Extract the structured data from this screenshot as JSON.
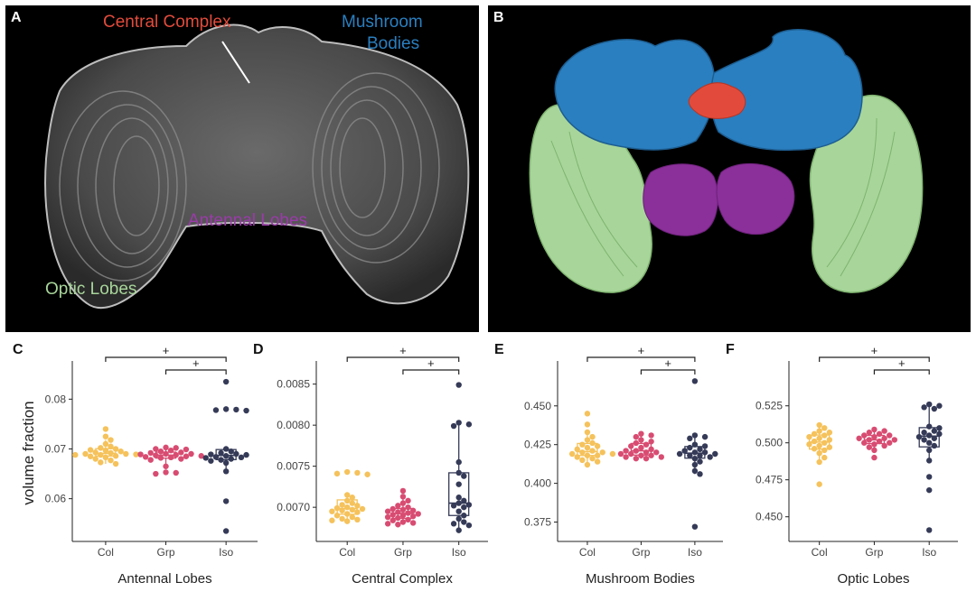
{
  "panels": {
    "A": {
      "letter": "A",
      "labels": {
        "central_complex": "Central Complex",
        "mushroom_line1": "Mushroom",
        "mushroom_line2": "Bodies",
        "antennal": "Antennal Lobes",
        "optic": "Optic Lobes"
      }
    },
    "B": {
      "letter": "B"
    }
  },
  "colors": {
    "col": "#F5C25B",
    "grp": "#D84C72",
    "iso": "#353A57",
    "central_complex": "#E24B3B",
    "mushroom": "#2A7FC0",
    "antennal": "#8B2F9A",
    "optic": "#A8D69A"
  },
  "ylabel": "volume fraction",
  "chart_data": [
    {
      "type": "box",
      "letter": "C",
      "xlabel": "Antennal Lobes",
      "categories": [
        "Col",
        "Grp",
        "Iso"
      ],
      "yticks": [
        "0.06",
        "0.07",
        "0.08"
      ],
      "ytick_values": [
        0.06,
        0.07,
        0.08
      ],
      "ylim": [
        0.0525,
        0.0855
      ],
      "sig": [
        "+",
        "+"
      ],
      "series": [
        {
          "values": [
            0.074,
            0.0725,
            0.0718,
            0.071,
            0.0705,
            0.0702,
            0.07,
            0.0698,
            0.0697,
            0.0695,
            0.0693,
            0.0692,
            0.069,
            0.069,
            0.0689,
            0.0688,
            0.0688,
            0.0686,
            0.0685,
            0.0683,
            0.068,
            0.0677,
            0.0673,
            0.067
          ]
        },
        {
          "values": [
            0.0703,
            0.0702,
            0.07,
            0.0699,
            0.0697,
            0.0695,
            0.0693,
            0.0692,
            0.069,
            0.069,
            0.0689,
            0.0688,
            0.0687,
            0.0686,
            0.0685,
            0.0684,
            0.0683,
            0.0682,
            0.068,
            0.0678,
            0.0665,
            0.0653,
            0.0652,
            0.065
          ]
        },
        {
          "values": [
            0.0835,
            0.078,
            0.0779,
            0.0778,
            0.0777,
            0.07,
            0.0695,
            0.0692,
            0.069,
            0.0689,
            0.0688,
            0.0686,
            0.0684,
            0.0683,
            0.0682,
            0.068,
            0.0678,
            0.0676,
            0.0672,
            0.0655,
            0.0595,
            0.0535
          ]
        }
      ]
    },
    {
      "type": "box",
      "letter": "D",
      "xlabel": "Central Complex",
      "categories": [
        "Col",
        "Grp",
        "Iso"
      ],
      "yticks": [
        "0.0070",
        "0.0075",
        "0.0080",
        "0.0085"
      ],
      "ytick_values": [
        0.007,
        0.0075,
        0.008,
        0.0085
      ],
      "ylim": [
        0.00665,
        0.00865
      ],
      "sig": [
        "+",
        "+"
      ],
      "series": [
        {
          "values": [
            0.00743,
            0.00742,
            0.00741,
            0.0074,
            0.00715,
            0.00712,
            0.00708,
            0.00705,
            0.00703,
            0.00702,
            0.007,
            0.00699,
            0.00698,
            0.00697,
            0.00696,
            0.00695,
            0.00694,
            0.00692,
            0.0069,
            0.00688,
            0.00686,
            0.00685,
            0.00684,
            0.00683
          ]
        },
        {
          "values": [
            0.0072,
            0.00713,
            0.00708,
            0.00705,
            0.00702,
            0.007,
            0.00698,
            0.00697,
            0.00696,
            0.00695,
            0.00694,
            0.00693,
            0.00692,
            0.00691,
            0.0069,
            0.00689,
            0.00688,
            0.00687,
            0.00685,
            0.00684,
            0.00682,
            0.00681,
            0.0068,
            0.00679
          ]
        },
        {
          "values": [
            0.00849,
            0.00803,
            0.00801,
            0.00799,
            0.00755,
            0.00742,
            0.00738,
            0.00728,
            0.00712,
            0.00708,
            0.00705,
            0.00703,
            0.00702,
            0.007,
            0.00695,
            0.0069,
            0.00686,
            0.00682,
            0.0068,
            0.00678,
            0.00672
          ]
        }
      ]
    },
    {
      "type": "box",
      "letter": "E",
      "xlabel": "Mushroom Bodies",
      "categories": [
        "Col",
        "Grp",
        "Iso"
      ],
      "yticks": [
        "0.375",
        "0.400",
        "0.425",
        "0.450"
      ],
      "ytick_values": [
        0.375,
        0.4,
        0.425,
        0.45
      ],
      "ylim": [
        0.366,
        0.472
      ],
      "sig": [
        "+",
        "+"
      ],
      "series": [
        {
          "values": [
            0.445,
            0.438,
            0.433,
            0.43,
            0.428,
            0.426,
            0.425,
            0.424,
            0.423,
            0.422,
            0.421,
            0.42,
            0.42,
            0.419,
            0.419,
            0.418,
            0.418,
            0.417,
            0.416,
            0.415,
            0.414,
            0.412
          ]
        },
        {
          "values": [
            0.432,
            0.431,
            0.43,
            0.428,
            0.427,
            0.426,
            0.425,
            0.424,
            0.423,
            0.422,
            0.421,
            0.421,
            0.42,
            0.42,
            0.419,
            0.419,
            0.418,
            0.418,
            0.417,
            0.417,
            0.416,
            0.416
          ]
        },
        {
          "values": [
            0.466,
            0.431,
            0.43,
            0.429,
            0.425,
            0.424,
            0.423,
            0.422,
            0.421,
            0.42,
            0.42,
            0.419,
            0.419,
            0.418,
            0.418,
            0.417,
            0.416,
            0.414,
            0.412,
            0.408,
            0.406,
            0.372
          ]
        }
      ]
    },
    {
      "type": "box",
      "letter": "F",
      "xlabel": "Optic Lobes",
      "categories": [
        "Col",
        "Grp",
        "Iso"
      ],
      "yticks": [
        "0.450",
        "0.475",
        "0.500",
        "0.525"
      ],
      "ytick_values": [
        0.45,
        0.475,
        0.5,
        0.525
      ],
      "ylim": [
        0.437,
        0.548
      ],
      "sig": [
        "+",
        "+"
      ],
      "series": [
        {
          "values": [
            0.512,
            0.51,
            0.508,
            0.507,
            0.506,
            0.505,
            0.504,
            0.503,
            0.502,
            0.501,
            0.5,
            0.499,
            0.498,
            0.497,
            0.496,
            0.495,
            0.493,
            0.49,
            0.487,
            0.472
          ]
        },
        {
          "values": [
            0.509,
            0.508,
            0.507,
            0.506,
            0.505,
            0.505,
            0.504,
            0.503,
            0.503,
            0.502,
            0.502,
            0.501,
            0.5,
            0.5,
            0.499,
            0.498,
            0.497,
            0.495,
            0.49
          ]
        },
        {
          "values": [
            0.526,
            0.525,
            0.524,
            0.523,
            0.511,
            0.51,
            0.508,
            0.507,
            0.506,
            0.505,
            0.504,
            0.503,
            0.502,
            0.5,
            0.498,
            0.495,
            0.488,
            0.477,
            0.468,
            0.441
          ]
        }
      ]
    }
  ]
}
